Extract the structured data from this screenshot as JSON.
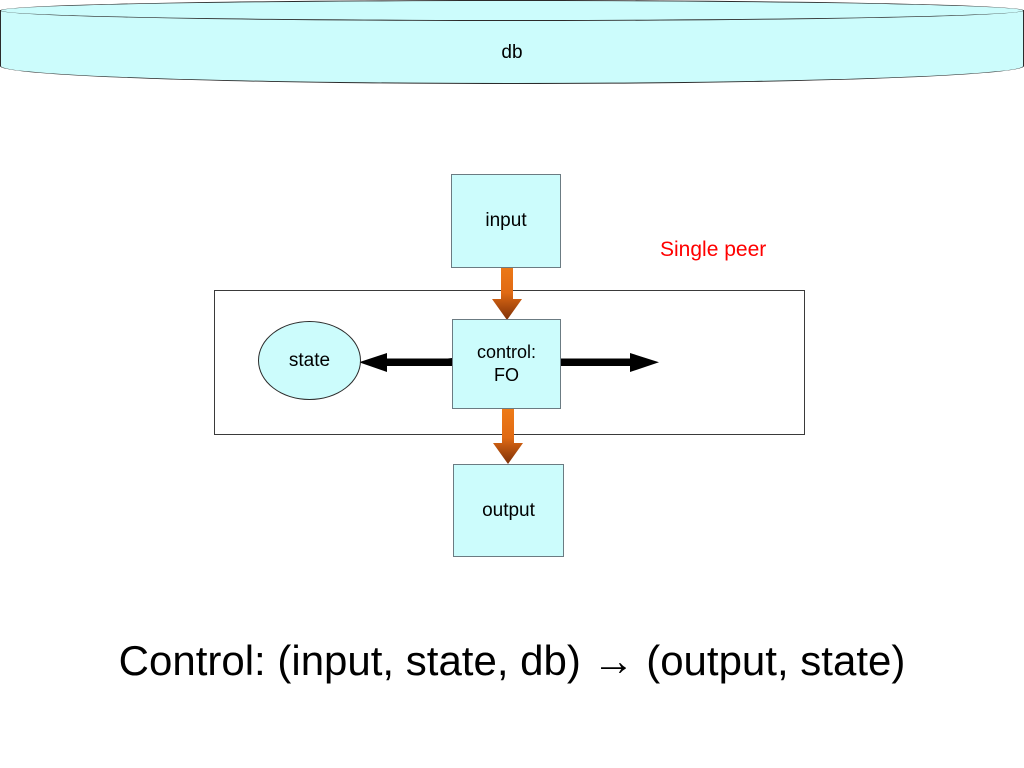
{
  "slide": {
    "background_color": "#ffffff",
    "caption": "Control: (input, state, db) → (output, state)"
  },
  "diagram": {
    "type": "flow-diagram",
    "container_label": "Single peer",
    "container_label_color": "#ff0000",
    "node_fill_color": "#ccfcfc",
    "node_border_color": "#2b2b2b",
    "nodes": [
      {
        "id": "input",
        "label": "input",
        "shape": "rectangle"
      },
      {
        "id": "control",
        "label_line1": "control:",
        "label_line2": "FO",
        "shape": "rectangle"
      },
      {
        "id": "state",
        "label": "state",
        "shape": "ellipse"
      },
      {
        "id": "db",
        "label": "db",
        "shape": "cylinder"
      },
      {
        "id": "output",
        "label": "output",
        "shape": "rectangle"
      }
    ],
    "edges": [
      {
        "from": "input",
        "to": "control",
        "direction": "down",
        "color": "#e8741c",
        "style": "thick-orange"
      },
      {
        "from": "control",
        "to": "state",
        "direction": "left",
        "color": "#000000",
        "style": "thin-black"
      },
      {
        "from": "control",
        "to": "db",
        "direction": "right",
        "color": "#000000",
        "style": "thin-black"
      },
      {
        "from": "control",
        "to": "output",
        "direction": "down",
        "color": "#e8741c",
        "style": "thick-orange"
      }
    ]
  }
}
